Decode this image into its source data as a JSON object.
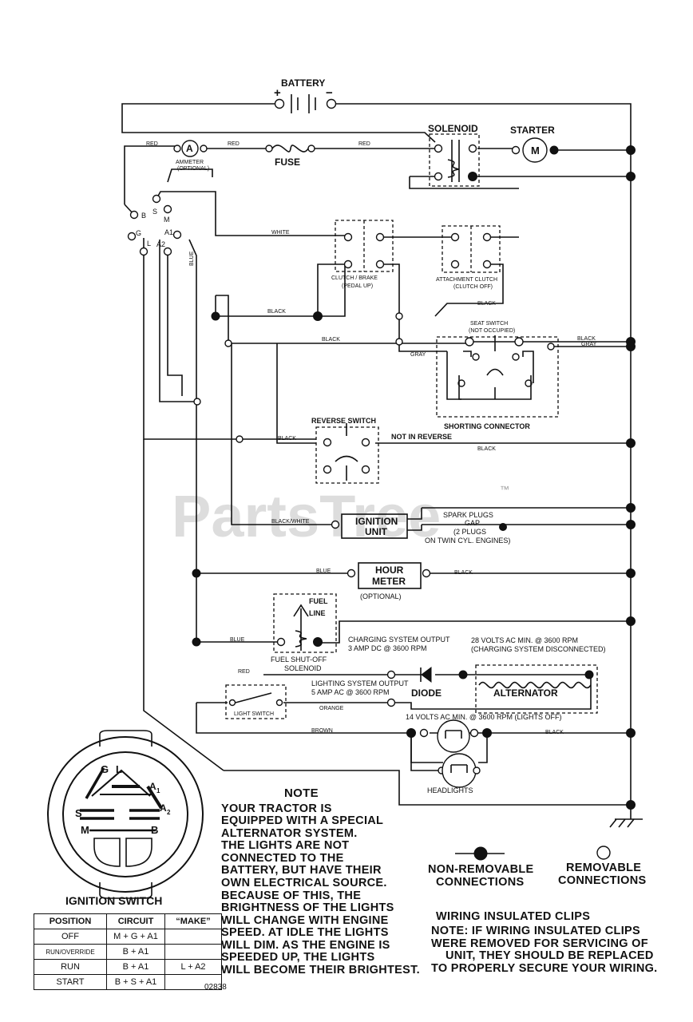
{
  "labels": {
    "battery": "BATTERY",
    "solenoid": "SOLENOID",
    "starter": "STARTER",
    "starter_m": "M",
    "ammeter_a": "A",
    "ammeter": "AMMETER",
    "ammeter_optional": "(OPTIONAL)",
    "fuse": "FUSE",
    "clutch_brake": "CLUTCH / BRAKE",
    "pedal_up": "(PEDAL UP)",
    "attachment_clutch": "ATTACHMENT CLUTCH",
    "clutch_off": "(CLUTCH OFF)",
    "seat_switch": "SEAT SWITCH",
    "not_occupied": "(NOT OCCUPIED)",
    "shorting_connector": "SHORTING CONNECTOR",
    "reverse_switch": "REVERSE SWITCH",
    "not_in_reverse": "NOT IN REVERSE",
    "ignition_unit_1": "IGNITION",
    "ignition_unit_2": "UNIT",
    "spark_plugs_1": "SPARK PLUGS",
    "spark_plugs_2": "GAP",
    "spark_plugs_3": "(2 PLUGS",
    "spark_plugs_4": "ON TWIN CYL. ENGINES)",
    "hour_meter_1": "HOUR",
    "hour_meter_2": "METER",
    "hour_meter_optional": "(OPTIONAL)",
    "fuel_1": "FUEL",
    "fuel_2": "LINE",
    "fuel_shutoff_1": "FUEL SHUT-OFF",
    "fuel_shutoff_2": "SOLENOID",
    "charging_output_1": "CHARGING SYSTEM OUTPUT",
    "charging_output_2": "3 AMP DC @ 3600 RPM",
    "alt_volts_1": "28 VOLTS AC MIN. @ 3600 RPM",
    "alt_volts_2": "(CHARGING SYSTEM DISCONNECTED)",
    "lighting_output_1": "LIGHTING SYSTEM OUTPUT",
    "lighting_output_2": "5 AMP AC @ 3600 RPM",
    "diode": "DIODE",
    "alternator": "ALTERNATOR",
    "light_switch": "LIGHT SWITCH",
    "volts_14": "14 VOLTS AC MIN. @ 3600 RPM (LIGHTS OFF)",
    "headlights": "HEADLIGHTS",
    "ignition_switch": "IGNITION SWITCH",
    "trademark": "™"
  },
  "terminals": {
    "b": "B",
    "s": "S",
    "m": "M",
    "g": "G",
    "a1": "A1",
    "a2": "A2",
    "l": "L",
    "sw_g": "G",
    "sw_l": "L",
    "sw_a1": "A",
    "sw_a1_sub": "1",
    "sw_s": "S",
    "sw_a2": "A",
    "sw_a2_sub": "2",
    "sw_m": "M",
    "sw_b": "B"
  },
  "wire_colors": {
    "red_1": "RED",
    "red_2": "RED",
    "red_3": "RED",
    "red_4": "RED",
    "white": "WHITE",
    "blue_1": "BLUE",
    "blue_2": "BLUE",
    "blue_3": "BLUE",
    "black_1": "BLACK",
    "black_2": "BLACK",
    "black_3": "BLACK",
    "black_4": "BLACK",
    "black_5": "BLACK",
    "black_6": "BLACK",
    "black_7": "BLACK",
    "black_8": "BLACK",
    "gray_1": "GRAY",
    "gray_2": "GRAY",
    "black_white": "BLACK/WHITE",
    "orange": "ORANGE",
    "brown": "BROWN"
  },
  "note": {
    "title": "NOTE",
    "lines": [
      "YOUR TRACTOR IS",
      "EQUIPPED WITH A SPECIAL",
      "ALTERNATOR SYSTEM.",
      "THE LIGHTS ARE NOT",
      "CONNECTED TO THE",
      "BATTERY, BUT HAVE THEIR",
      "OWN ELECTRICAL SOURCE.",
      "BECAUSE OF THIS, THE",
      "BRIGHTNESS OF THE LIGHTS",
      "WILL CHANGE WITH ENGINE",
      "SPEED.  AT IDLE THE LIGHTS",
      "WILL DIM.  AS THE ENGINE IS",
      "SPEEDED UP, THE LIGHTS",
      "WILL BECOME THEIR BRIGHTEST."
    ]
  },
  "legend": {
    "non_removable_1": "NON-REMOVABLE",
    "non_removable_2": "CONNECTIONS",
    "removable_1": "REMOVABLE",
    "removable_2": "CONNECTIONS"
  },
  "clips": {
    "title": "WIRING INSULATED CLIPS",
    "lines": [
      "NOTE: IF WIRING INSULATED CLIPS",
      "WERE REMOVED FOR SERVICING OF",
      "UNIT, THEY SHOULD BE REPLACED",
      "TO PROPERLY SECURE YOUR WIRING."
    ]
  },
  "ignition_table": {
    "headers": [
      "POSITION",
      "CIRCUIT",
      "“MAKE”"
    ],
    "rows": [
      {
        "position": "OFF",
        "circuit": "M + G + A1",
        "make": ""
      },
      {
        "position": "RUN/OVERRIDE",
        "circuit": "B + A1",
        "make": ""
      },
      {
        "position": "RUN",
        "circuit": "B + A1",
        "make": "L + A2"
      },
      {
        "position": "START",
        "circuit": "B + S + A1",
        "make": ""
      }
    ]
  },
  "part_number": "02838",
  "watermark": "PartsTree"
}
